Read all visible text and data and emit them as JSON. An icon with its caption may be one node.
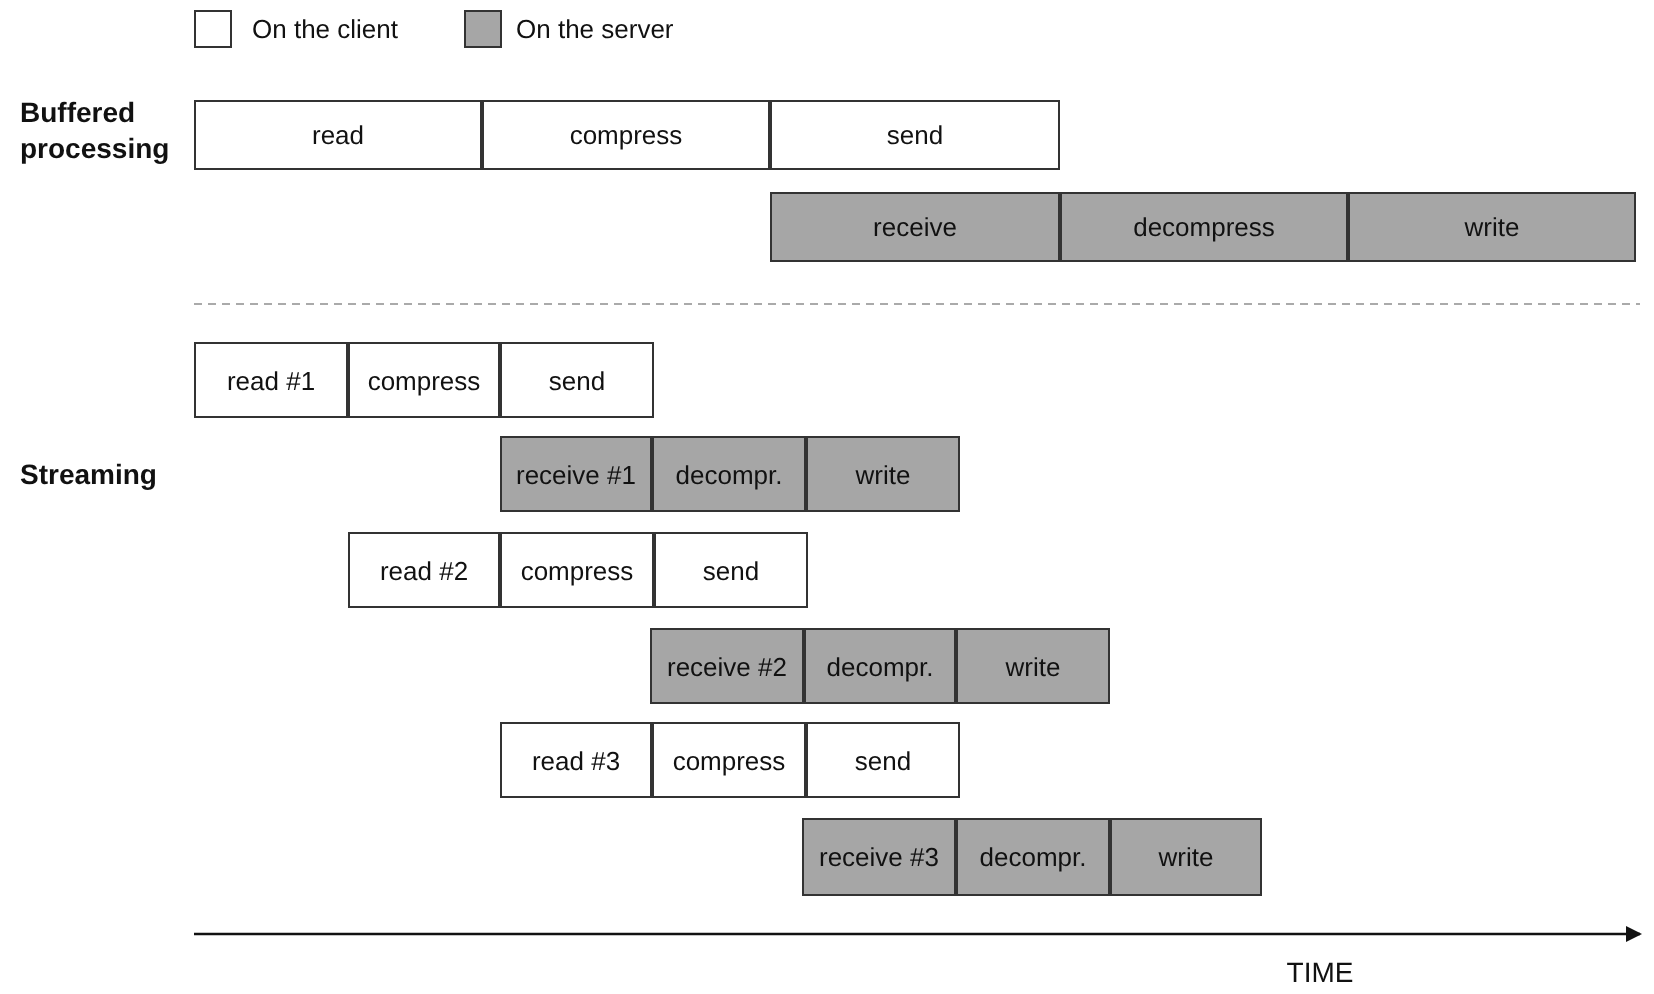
{
  "diagram": {
    "nodes": [
      {
        "text": [
          "read"
        ]
      },
      {
        "text": [
          "compress"
        ]
      },
      {
        "text": [
          "send"
        ]
      },
      {
        "text": [
          "receive"
        ]
      },
      {
        "text": [
          "decompress"
        ]
      },
      {
        "text": [
          "write"
        ]
      },
      {
        "text": [
          "read #1"
        ]
      },
      {
        "text": [
          "compress"
        ]
      },
      {
        "text": [
          "send"
        ]
      },
      {
        "text": [
          "receive #1"
        ]
      },
      {
        "text": [
          "decompr."
        ]
      },
      {
        "text": [
          "write"
        ]
      },
      {
        "text": [
          "read #2"
        ]
      },
      {
        "text": [
          "compress"
        ]
      },
      {
        "text": [
          "send"
        ]
      },
      {
        "text": [
          "receive #2"
        ]
      },
      {
        "text": [
          "decompr."
        ]
      },
      {
        "text": [
          "write"
        ]
      },
      {
        "text": [
          "read #3"
        ]
      },
      {
        "text": [
          "compress"
        ]
      },
      {
        "text": [
          "send"
        ]
      },
      {
        "text": [
          "receive #3"
        ]
      },
      {
        "text": [
          "decompr."
        ]
      },
      {
        "text": [
          "write"
        ]
      }
    ],
    "labels": [
      "Buffered processing",
      "Streaming",
      "TIME"
    ],
    "legend": [
      {
        "text": "On the client",
        "color": "#ffffff"
      },
      {
        "text": "On the server",
        "color": "#a6a6a6"
      }
    ]
  }
}
